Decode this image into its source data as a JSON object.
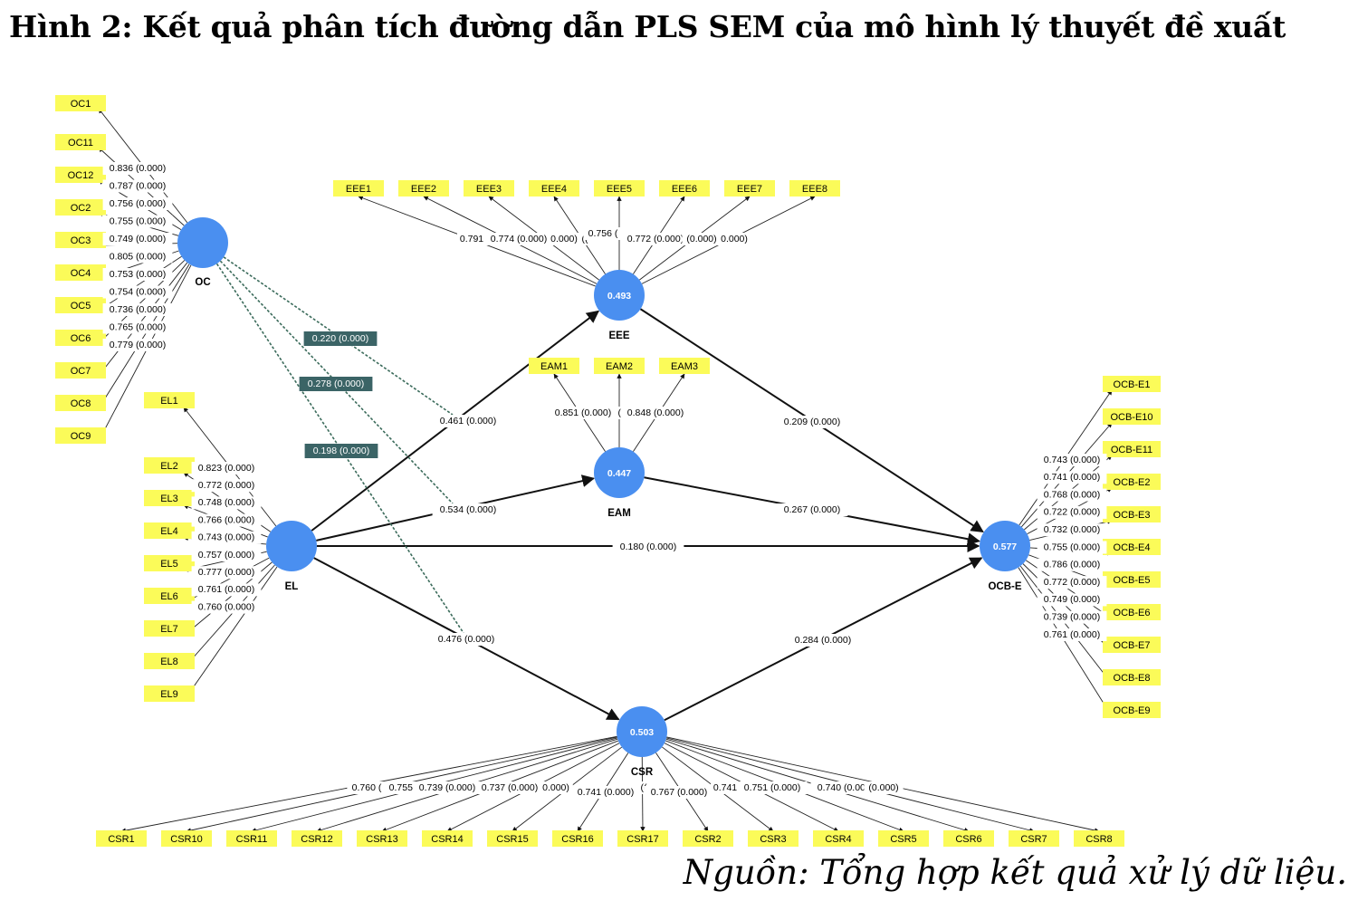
{
  "title": "Hình 2: Kết quả phân tích đường dẫn PLS SEM của mô hình lý thuyết đề xuất",
  "source_note": "Nguồn: Tổng hợp kết quả xử lý dữ liệu.",
  "colors": {
    "indicator_fill": "#fbfb59",
    "construct_fill": "#4a8ff0",
    "moderation_fill": "#3b6466",
    "moderation_line": "#3b6b5b"
  },
  "constructs": [
    {
      "id": "OC",
      "label": "OC",
      "r2": ""
    },
    {
      "id": "EEE",
      "label": "EEE",
      "r2": "0.493"
    },
    {
      "id": "EAM",
      "label": "EAM",
      "r2": "0.447"
    },
    {
      "id": "EL",
      "label": "EL",
      "r2": ""
    },
    {
      "id": "OCBE",
      "label": "OCB-E",
      "r2": "0.577"
    },
    {
      "id": "CSR",
      "label": "CSR",
      "r2": "0.503"
    }
  ],
  "indicator_groups": [
    {
      "construct": "OC",
      "indicators": [
        {
          "name": "OC1",
          "loading": "0.836 (0.000)"
        },
        {
          "name": "OC11",
          "loading": "0.787 (0.000)"
        },
        {
          "name": "OC12",
          "loading": "0.756 (0.000)"
        },
        {
          "name": "OC2",
          "loading": "0.755 (0.000)"
        },
        {
          "name": "OC3",
          "loading": "0.749 (0.000)"
        },
        {
          "name": "OC4",
          "loading": "0.805 (0.000)"
        },
        {
          "name": "OC5",
          "loading": "0.753 (0.000)"
        },
        {
          "name": "OC6",
          "loading": "0.754 (0.000)"
        },
        {
          "name": "OC7",
          "loading": "0.736 (0.000)"
        },
        {
          "name": "OC8",
          "loading": "0.765 (0.000)"
        },
        {
          "name": "OC9",
          "loading": "0.779 (0.000)"
        }
      ]
    },
    {
      "construct": "EEE",
      "indicators": [
        {
          "name": "EEE1",
          "loading": "0.791"
        },
        {
          "name": "EEE2",
          "loading": "0.774 (0.000)"
        },
        {
          "name": "EEE3",
          "loading": "0.000)"
        },
        {
          "name": "EEE4",
          "loading": "(("
        },
        {
          "name": "EEE5",
          "loading": "0.756 ("
        },
        {
          "name": "EEE6",
          "loading": "0.772 (0.000)"
        },
        {
          "name": "EEE7",
          "loading": "(0.000)"
        },
        {
          "name": "EEE8",
          "loading": "0.000)"
        }
      ]
    },
    {
      "construct": "EAM",
      "indicators": [
        {
          "name": "EAM1",
          "loading": "0.851 (0.000)"
        },
        {
          "name": "EAM2",
          "loading": "(("
        },
        {
          "name": "EAM3",
          "loading": "0.848 (0.000)"
        }
      ]
    },
    {
      "construct": "EL",
      "indicators": [
        {
          "name": "EL1",
          "loading": "0.823 (0.000)"
        },
        {
          "name": "EL2",
          "loading": "0.772 (0.000)"
        },
        {
          "name": "EL3",
          "loading": "0.748 (0.000)"
        },
        {
          "name": "EL4",
          "loading": "0.766 (0.000)"
        },
        {
          "name": "EL5",
          "loading": "0.743 (0.000)"
        },
        {
          "name": "EL6",
          "loading": "0.757 (0.000)"
        },
        {
          "name": "EL7",
          "loading": "0.777 (0.000)"
        },
        {
          "name": "EL8",
          "loading": "0.761 (0.000)"
        },
        {
          "name": "EL9",
          "loading": "0.760 (0.000)"
        }
      ]
    },
    {
      "construct": "OCBE",
      "indicators": [
        {
          "name": "OCB-E1",
          "loading": "0.743 (0.000)"
        },
        {
          "name": "OCB-E10",
          "loading": "0.741 (0.000)"
        },
        {
          "name": "OCB-E11",
          "loading": "0.768 (0.000)"
        },
        {
          "name": "OCB-E2",
          "loading": "0.722 (0.000)"
        },
        {
          "name": "OCB-E3",
          "loading": "0.732 (0.000)"
        },
        {
          "name": "OCB-E4",
          "loading": "0.755 (0.000)"
        },
        {
          "name": "OCB-E5",
          "loading": "0.786 (0.000)"
        },
        {
          "name": "OCB-E6",
          "loading": "0.772 (0.000)"
        },
        {
          "name": "OCB-E7",
          "loading": "0.749 (0.000)"
        },
        {
          "name": "OCB-E8",
          "loading": "0.739 (0.000)"
        },
        {
          "name": "OCB-E9",
          "loading": "0.761 (0.000)"
        }
      ]
    },
    {
      "construct": "CSR",
      "indicators": [
        {
          "name": "CSR1",
          "loading": "0.760 ("
        },
        {
          "name": "CSR10",
          "loading": "0.755 ("
        },
        {
          "name": "CSR11",
          "loading": "0.739 (0.000)"
        },
        {
          "name": "CSR12",
          "loading": "0.737 (0.000)"
        },
        {
          "name": "CSR13",
          "loading": "0.000)"
        },
        {
          "name": "CSR14",
          "loading": "0.741 (0.000)"
        },
        {
          "name": "CSR15",
          "loading": ""
        },
        {
          "name": "CSR16",
          "loading": ""
        },
        {
          "name": "CSR17",
          "loading": "(("
        },
        {
          "name": "CSR2",
          "loading": "0.767 (0.000)"
        },
        {
          "name": "CSR3",
          "loading": "0.741"
        },
        {
          "name": "CSR4",
          "loading": "0.751 (0.000)"
        },
        {
          "name": "CSR5",
          "loading": "0.740 (0.000)"
        },
        {
          "name": "CSR6",
          "loading": "(0.000)"
        },
        {
          "name": "CSR7",
          "loading": ""
        },
        {
          "name": "CSR8",
          "loading": ""
        }
      ]
    }
  ],
  "paths": [
    {
      "from": "EL",
      "to": "EEE",
      "label": "0.461 (0.000)"
    },
    {
      "from": "EL",
      "to": "EAM",
      "label": "0.534 (0.000)"
    },
    {
      "from": "EL",
      "to": "OCBE",
      "label": "0.180 (0.000)"
    },
    {
      "from": "EL",
      "to": "CSR",
      "label": "0.476 (0.000)"
    },
    {
      "from": "EEE",
      "to": "OCBE",
      "label": "0.209 (0.000)"
    },
    {
      "from": "EAM",
      "to": "OCBE",
      "label": "0.267 (0.000)"
    },
    {
      "from": "CSR",
      "to": "OCBE",
      "label": "0.284 (0.000)"
    }
  ],
  "moderations": [
    {
      "from": "OC",
      "to": "EL-EEE",
      "label": "0.220 (0.000)"
    },
    {
      "from": "OC",
      "to": "EL-EAM",
      "label": "0.278 (0.000)"
    },
    {
      "from": "OC",
      "to": "EL-CSR",
      "label": "0.198 (0.000)"
    }
  ]
}
